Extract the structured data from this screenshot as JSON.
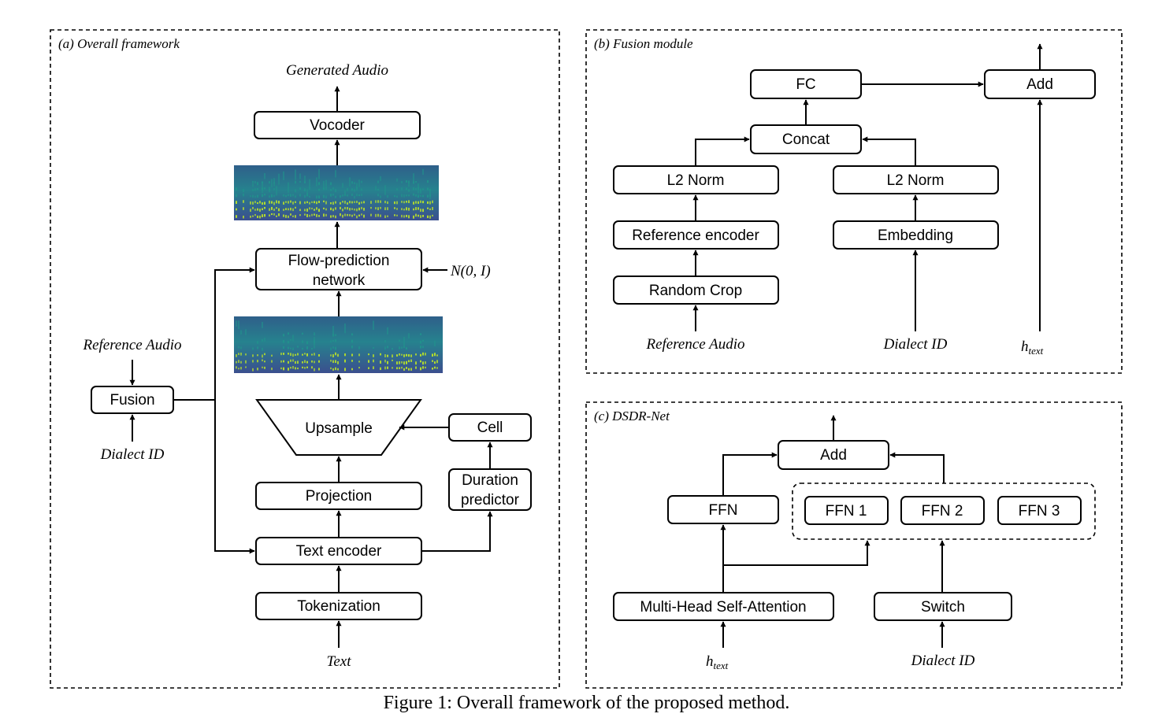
{
  "panels": {
    "a": {
      "title": "(a) Overall framework",
      "generated_audio": "Generated Audio",
      "vocoder": "Vocoder",
      "flow_line1": "Flow-prediction",
      "flow_line2": "network",
      "noise": "N(0, I)",
      "reference_audio": "Reference Audio",
      "fusion": "Fusion",
      "dialect_id": "Dialect ID",
      "upsample": "Upsample",
      "cell": "Cell",
      "duration_line1": "Duration",
      "duration_line2": "predictor",
      "projection": "Projection",
      "text_encoder": "Text encoder",
      "tokenization": "Tokenization",
      "text": "Text"
    },
    "b": {
      "title": "(b) Fusion module",
      "fc": "FC",
      "add": "Add",
      "concat": "Concat",
      "l2_left": "L2 Norm",
      "l2_right": "L2 Norm",
      "reference_encoder": "Reference encoder",
      "embedding": "Embedding",
      "random_crop": "Random Crop",
      "reference_audio": "Reference Audio",
      "dialect_id": "Dialect ID",
      "h_main": "h",
      "h_sub": "text"
    },
    "c": {
      "title": "(c) DSDR-Net",
      "add": "Add",
      "ffn": "FFN",
      "ffn1": "FFN 1",
      "ffn2": "FFN 2",
      "ffn3": "FFN 3",
      "mhsa": "Multi-Head Self-Attention",
      "switch": "Switch",
      "h_main": "h",
      "h_sub": "text",
      "dialect_id": "Dialect ID"
    }
  },
  "caption": "Figure 1: Overall framework of the proposed method.",
  "colors": {
    "spectrogram_background": "#3b4f8e",
    "spectrogram_mid": "#21918c",
    "spectrogram_high": "#b5de2b"
  }
}
